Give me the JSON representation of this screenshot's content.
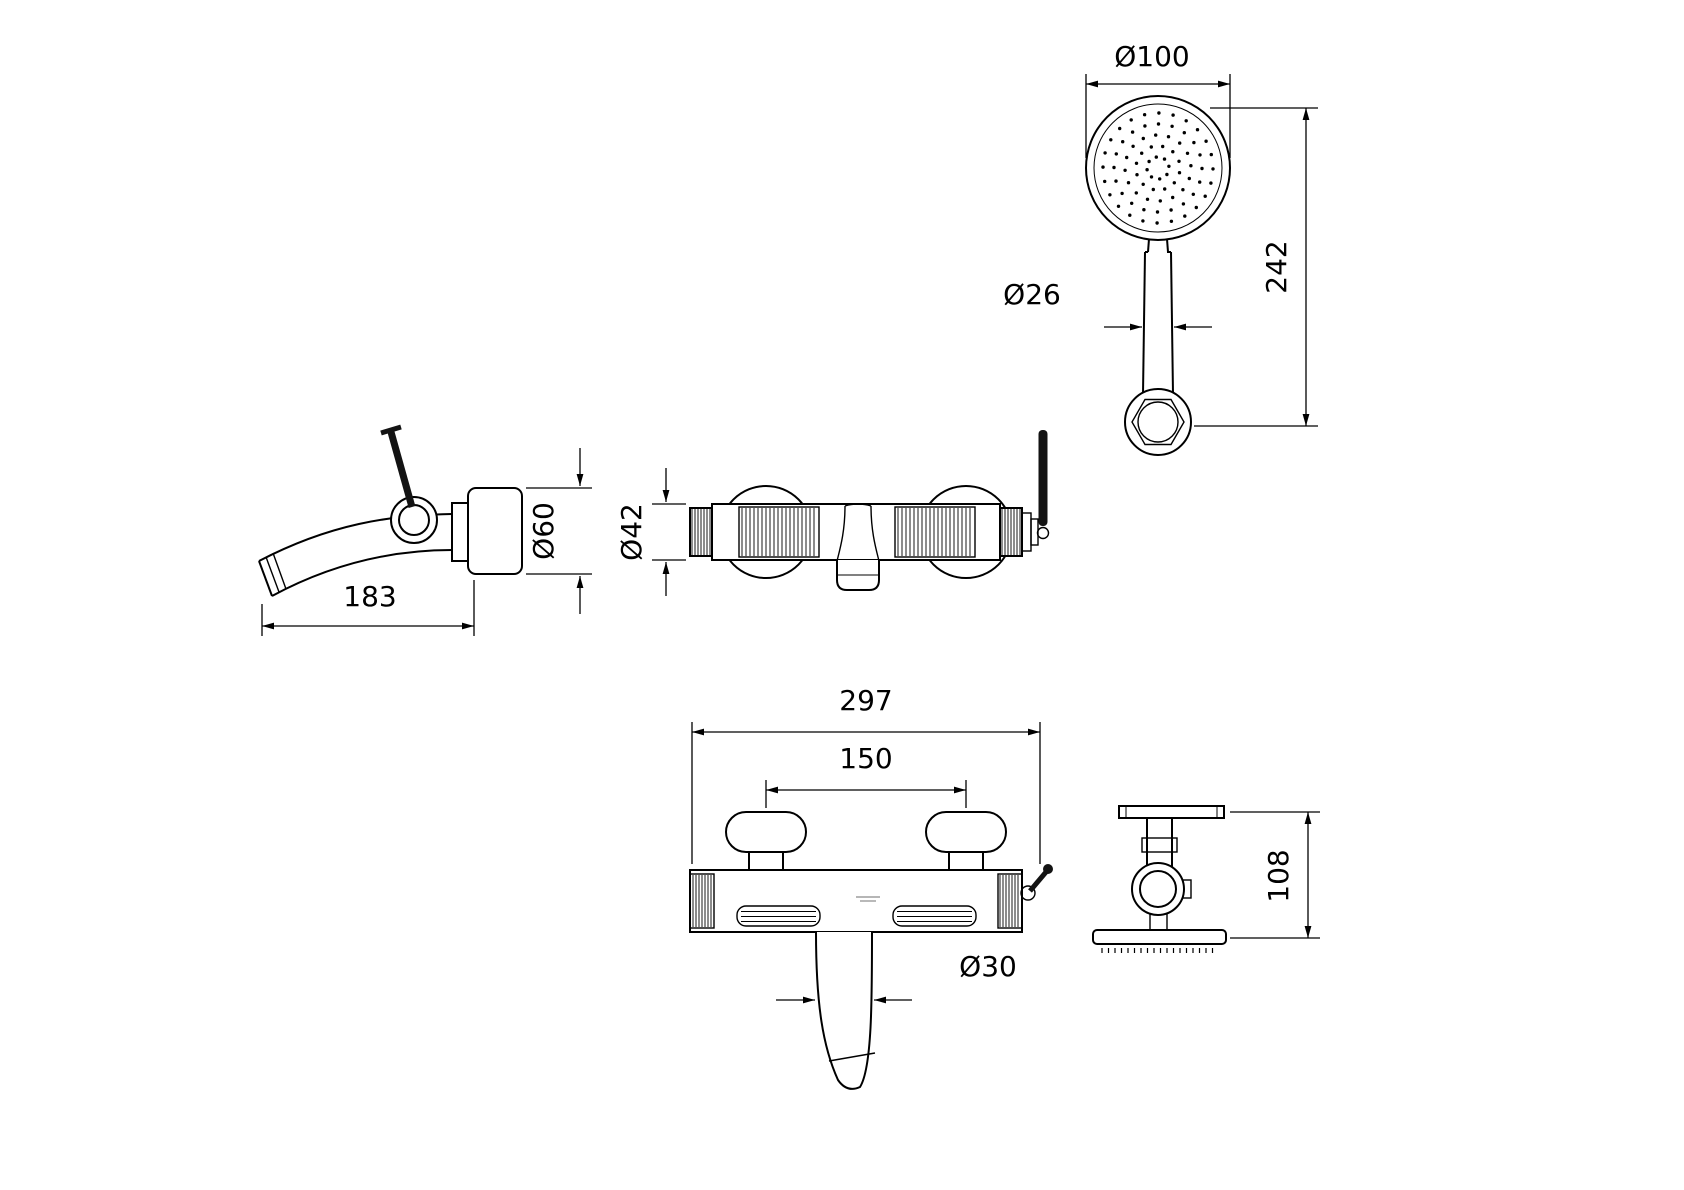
{
  "drawing": {
    "colors": {
      "line": "#000000",
      "background": "#ffffff",
      "lever": "#131313"
    },
    "views": {
      "hand_shower": {
        "head_diameter": "Ø100",
        "handle_diameter": "Ø26",
        "total_length": "242"
      },
      "wall_spout": {
        "projection": "183",
        "flange_diameter": "Ø60"
      },
      "mixer_top": {
        "body_diameter": "Ø42"
      },
      "mixer_front": {
        "overall_width": "297",
        "mounting_centers": "150",
        "spout_diameter": "Ø30"
      },
      "mixer_side": {
        "depth": "108"
      }
    }
  }
}
